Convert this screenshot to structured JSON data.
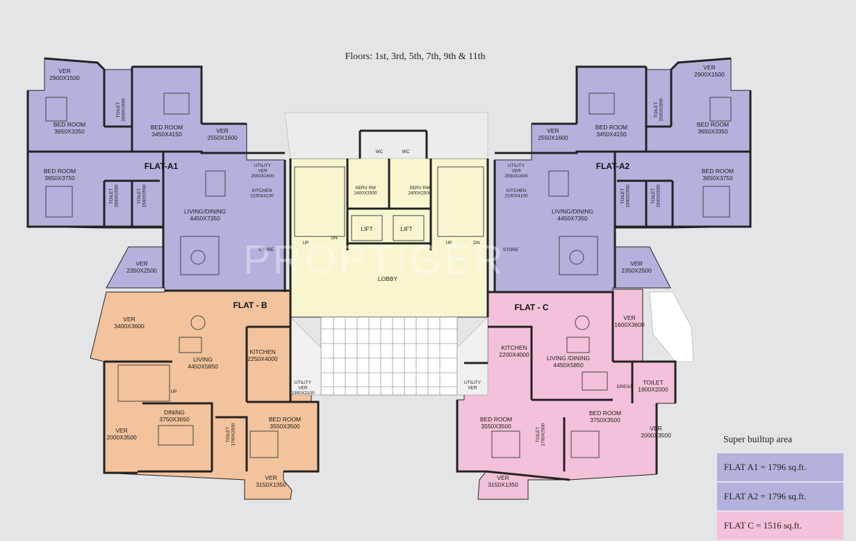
{
  "caption": "Floors: 1st, 3rd, 5th, 7th, 9th & 11th",
  "watermark": "PROPTIGER",
  "colors": {
    "flat_a": "#b3b2dd",
    "flat_b": "#f2c39c",
    "flat_c": "#f3c1d9",
    "core": "#f8f6cf",
    "wall": "#222222",
    "background": "#e4e5e7"
  },
  "legend": {
    "title": "Super builtup area",
    "rows": [
      {
        "text": "FLAT A1 = 1796 sq.ft.",
        "color": "#b3b2dd"
      },
      {
        "text": "FLAT A2 = 1796 sq.ft.",
        "color": "#b3b2dd"
      },
      {
        "text": "FLAT C   = 1516 sq.ft.",
        "color": "#f3c1d9"
      }
    ]
  },
  "flats": {
    "a1": "FLAT-A1",
    "a2": "FLAT-A2",
    "b": "FLAT - B",
    "c": "FLAT - C"
  },
  "rooms": {
    "a1": {
      "ver_top": [
        "VER",
        "2900X1500"
      ],
      "bed1": [
        "BED ROOM",
        "3650X3350"
      ],
      "bed2": [
        "BED ROOM",
        "3450X4150"
      ],
      "bed3": [
        "BED ROOM",
        "3650X3750"
      ],
      "toilet1": [
        "TOILET",
        "1600X2650"
      ],
      "toilet2": [
        "TOILET",
        "1500X2550"
      ],
      "toilet3": [
        "TOILET",
        "1500X2550"
      ],
      "ver_mid": [
        "VER",
        "2550X1600"
      ],
      "utility": [
        "UTILITY",
        "VER",
        "2550X1600"
      ],
      "kitchen": [
        "KITCHEN",
        "2100X4100"
      ],
      "living": [
        "LIVING/DINING",
        "4450X7350"
      ],
      "store": "STORE",
      "ver_bottom": [
        "VER",
        "2350X2500"
      ]
    },
    "a2": {
      "ver_top": [
        "VER",
        "2900X1500"
      ],
      "bed1": [
        "BED ROOM",
        "3650X3350"
      ],
      "bed2": [
        "BED ROOM",
        "3450X4150"
      ],
      "bed3": [
        "BED ROOM",
        "3650X3750"
      ],
      "toilet1": [
        "TOILET",
        "1500X2650"
      ],
      "toilet2": [
        "TOILET",
        "1500X2550"
      ],
      "toilet3": [
        "TOILET",
        "1500X2550"
      ],
      "ver_mid": [
        "VER",
        "2550X1600"
      ],
      "utility": [
        "UTILITY",
        "VER",
        "2550X1600"
      ],
      "kitchen": [
        "KITCHEN",
        "2100X4100"
      ],
      "living": [
        "LIVING/DINING",
        "4450X7350"
      ],
      "store": "STORE",
      "ver_bottom": [
        "VER",
        "2350X2500"
      ]
    },
    "core": {
      "wc": "WC",
      "serv": [
        "SERV RM",
        "2400X2500"
      ],
      "lift": "LIFT",
      "lobby": "LOBBY",
      "up": "UP",
      "dn": "DN"
    },
    "b": {
      "ver_left": [
        "VER",
        "3400X3600"
      ],
      "living": [
        "LIVING",
        "4450X5850"
      ],
      "kitchen": [
        "KITCHEN",
        "2250X4000"
      ],
      "utility": [
        "UTILITY",
        "VER",
        "1300X2100"
      ],
      "dining": [
        "DINING",
        "3750X3650"
      ],
      "ver_bl": [
        "VER",
        "2000X3500"
      ],
      "bed": [
        "BED ROOM",
        "3550X3500"
      ],
      "toilet": [
        "TOILET",
        "1700X2500"
      ],
      "ver_bottom": [
        "VER",
        "3150X1350"
      ],
      "up": "UP"
    },
    "c": {
      "kitchen": [
        "KITCHEN",
        "2200X4000"
      ],
      "living": [
        "LIVING /DINING",
        "4450X5850"
      ],
      "ver_right": [
        "VER",
        "1600X3600"
      ],
      "utility": [
        "UTILITY",
        "VER"
      ],
      "dress": "DRESS",
      "toilet_r": [
        "TOILET",
        "1900X2000"
      ],
      "bed1": [
        "BED ROOM",
        "3550X3500"
      ],
      "toilet": [
        "TOILET",
        "1700X2500"
      ],
      "bed2": [
        "BED ROOM",
        "3750X3500"
      ],
      "ver_br": [
        "VER",
        "2000X3500"
      ],
      "ver_bottom": [
        "VER",
        "3150X1350"
      ]
    }
  }
}
